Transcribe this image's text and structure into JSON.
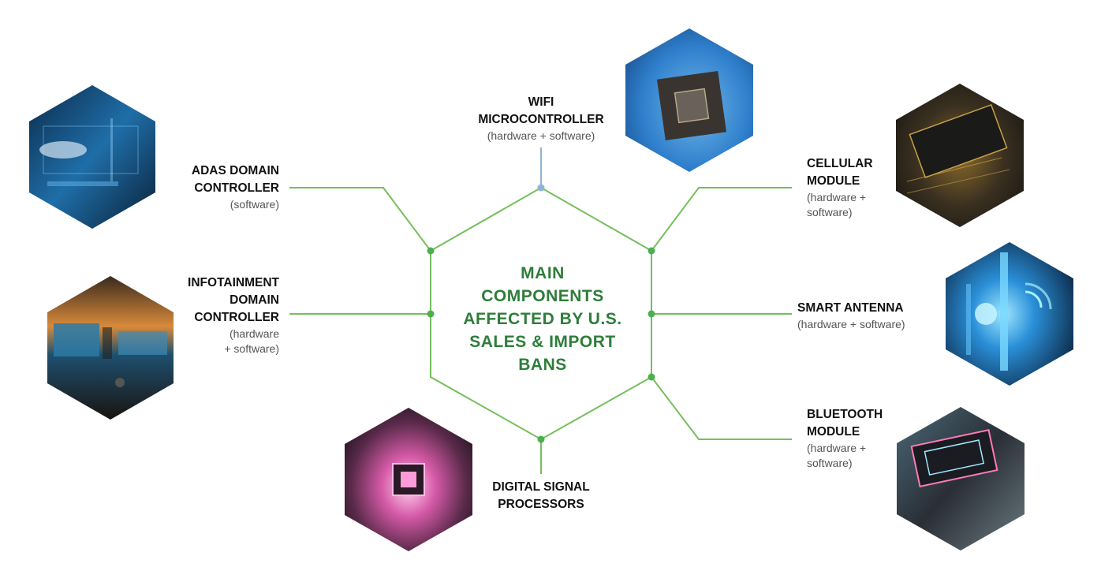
{
  "center": {
    "title": "MAIN\nCOMPONENTS\nAFFECTED BY U.S.\nSALES & IMPORT\nBANS"
  },
  "components": {
    "wifi": {
      "title": "WIFI\nMICROCONTROLLER",
      "sub": "(hardware + software)",
      "image": "cpu-chip-in-gloved-hand"
    },
    "adas": {
      "title": "ADAS DOMAIN\nCONTROLLER",
      "sub": "(software)",
      "image": "car-dashboard-display"
    },
    "infotainment": {
      "title": "INFOTAINMENT\nDOMAIN\nCONTROLLER",
      "sub": "(hardware\n+ software)",
      "image": "vehicle-infotainment-screen"
    },
    "dsp": {
      "title": "DIGITAL SIGNAL\nPROCESSORS",
      "sub": "",
      "image": "glowing-processor-chip"
    },
    "cellular": {
      "title": "CELLULAR\nMODULE",
      "sub": "(hardware +\nsoftware)",
      "image": "circuit-board-chip"
    },
    "antenna": {
      "title": "SMART ANTENNA",
      "sub": "(hardware + software)",
      "image": "signal-antenna-tower"
    },
    "bluetooth": {
      "title": "BLUETOOTH\nMODULE",
      "sub": "(hardware +\nsoftware)",
      "image": "glowing-bluetooth-module"
    }
  },
  "colors": {
    "line": "#76bf5c",
    "node": "#4caf50",
    "accent": "#2e7d3a",
    "wifi_stem": "#8fb4d4"
  }
}
